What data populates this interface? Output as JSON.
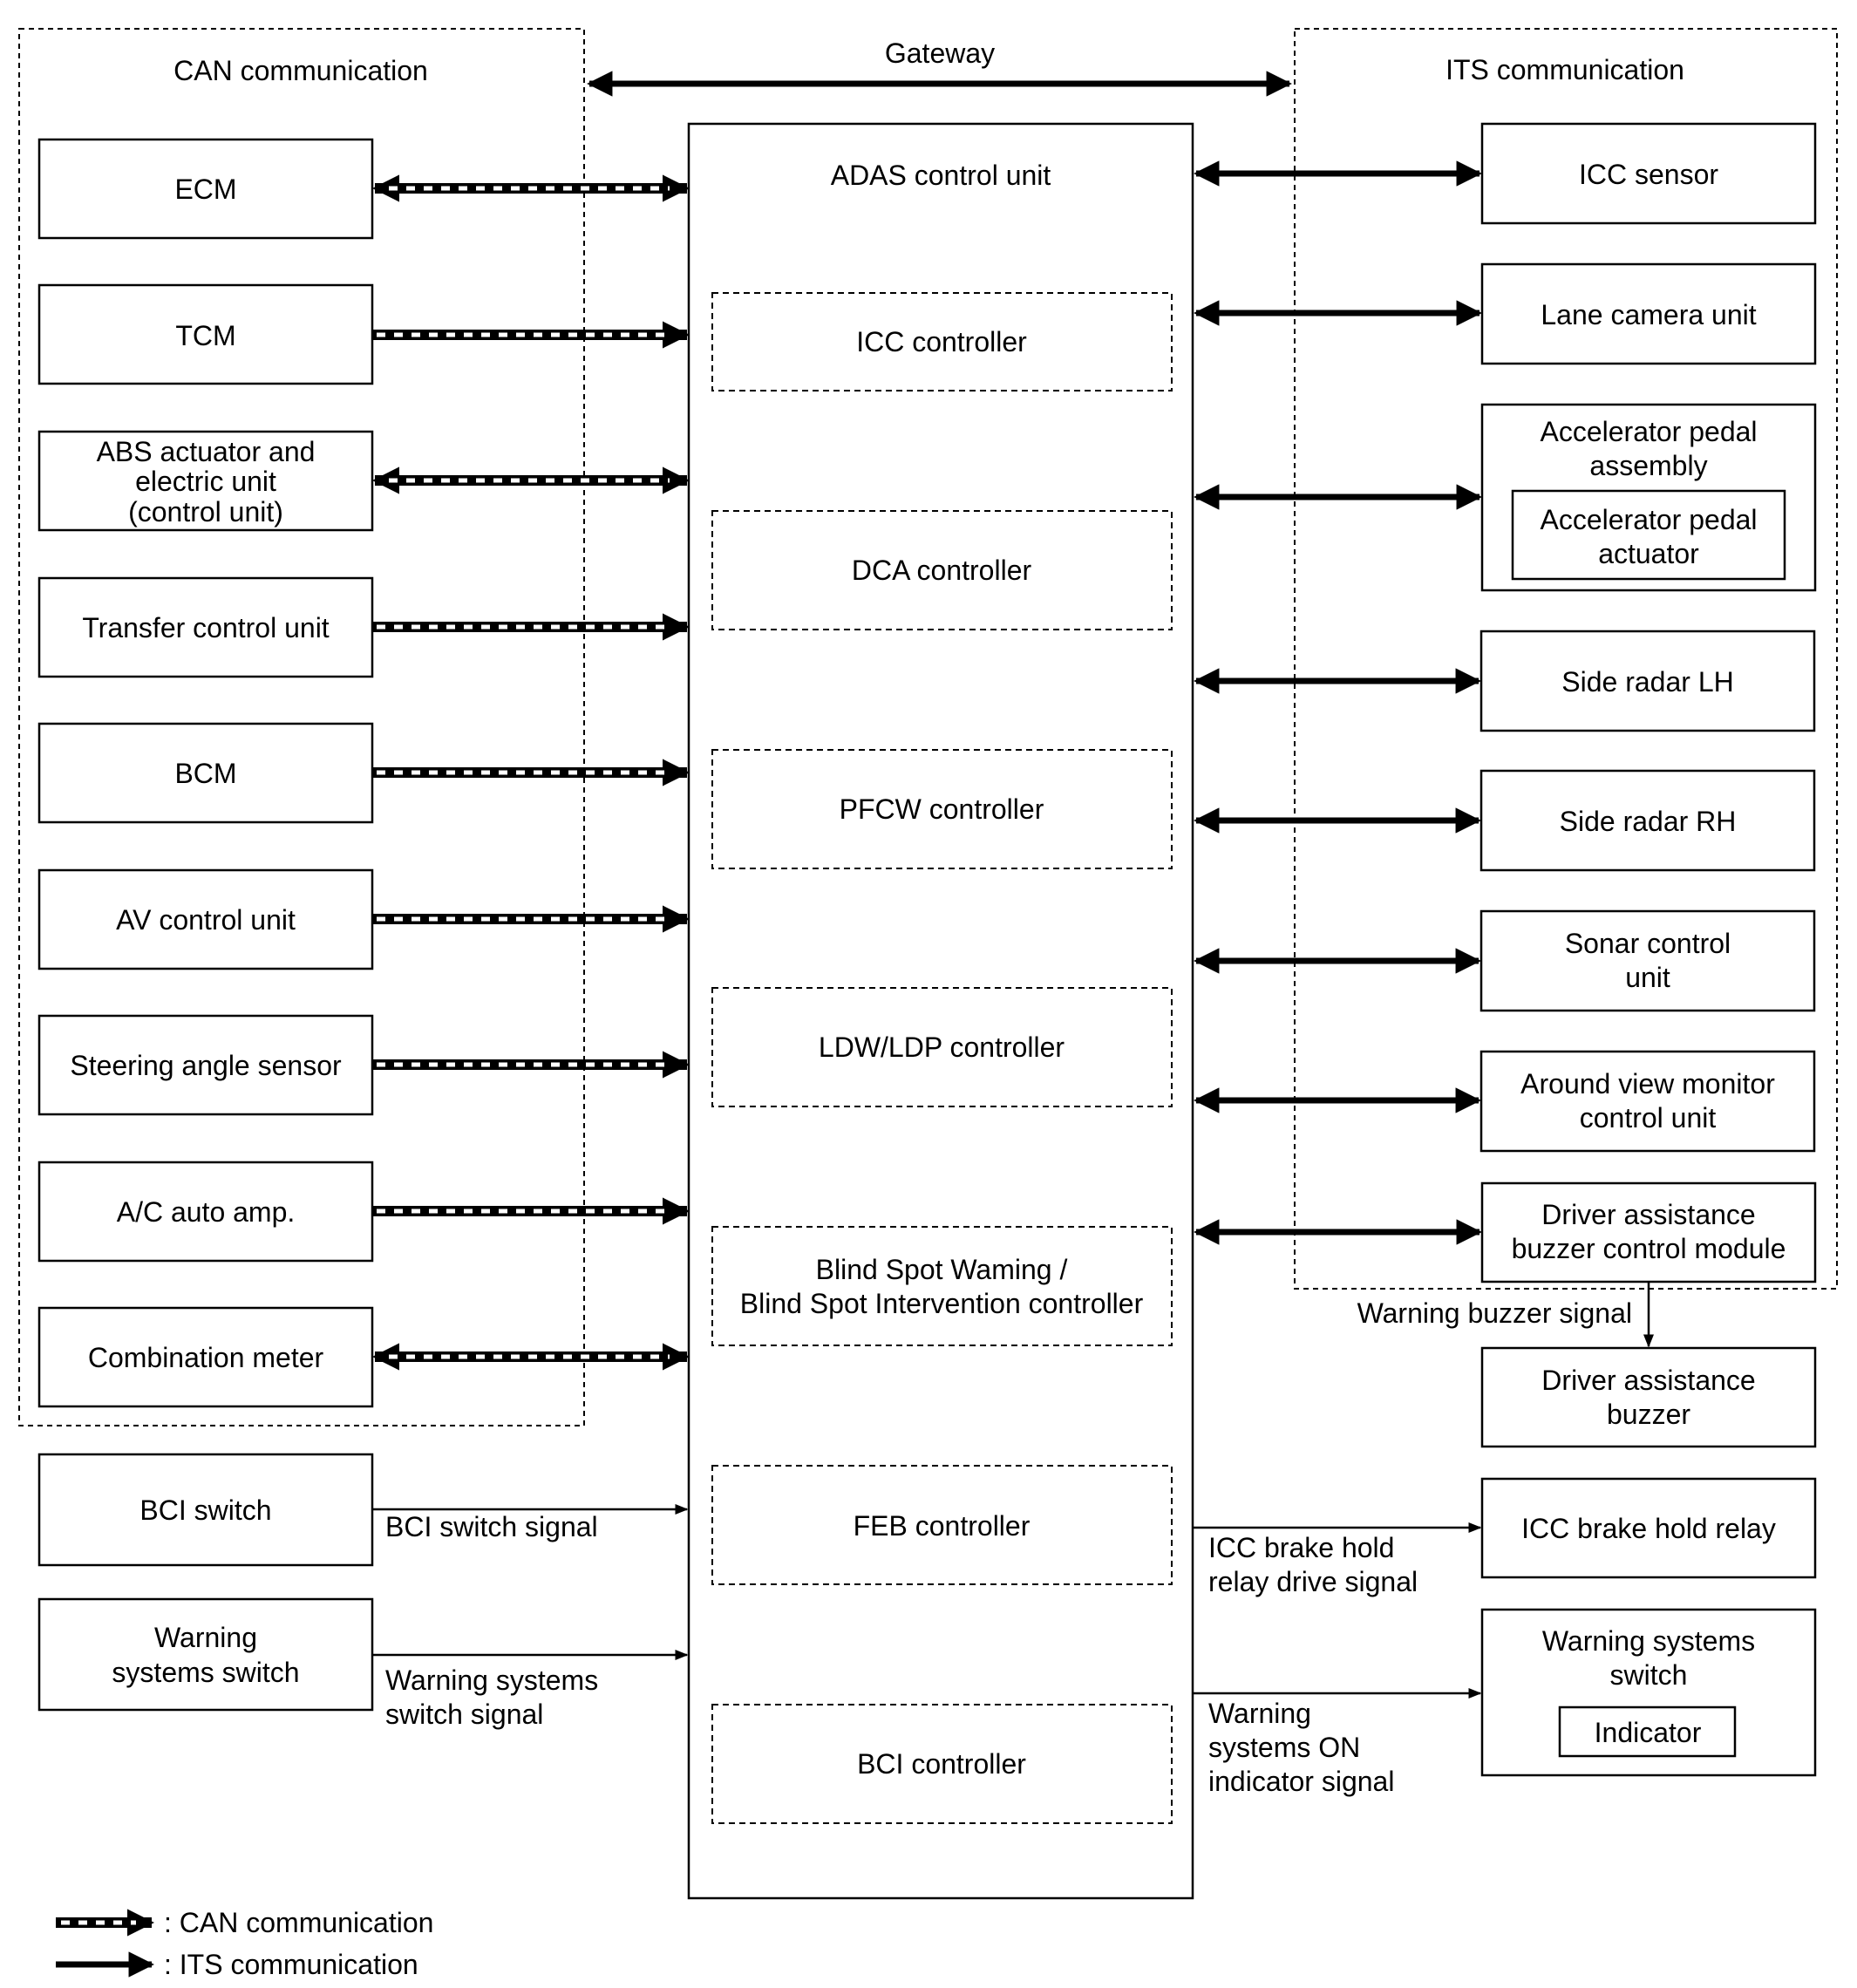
{
  "regions": {
    "can": "CAN communication",
    "its": "ITS communication",
    "gateway": "Gateway"
  },
  "adas": {
    "title": "ADAS control unit",
    "controllers": {
      "icc": "ICC controller",
      "dca": "DCA controller",
      "pfcw": "PFCW controller",
      "ldw": "LDW/LDP controller",
      "bsw1": "Blind Spot Waming /",
      "bsw2": "Blind Spot Intervention controller",
      "feb": "FEB controller",
      "bci": "BCI controller"
    }
  },
  "can_units": {
    "ecm": "ECM",
    "tcm": "TCM",
    "abs1": "ABS actuator and",
    "abs2": "electric unit",
    "abs3": "(control unit)",
    "transfer": "Transfer control unit",
    "bcm": "BCM",
    "av": "AV control unit",
    "steering": "Steering angle sensor",
    "ac": "A/C auto amp.",
    "meter": "Combination meter"
  },
  "switches": {
    "bci": "BCI switch",
    "bci_signal": "BCI switch signal",
    "warn1": "Warning",
    "warn2": "systems switch",
    "warn_signal1": "Warning systems",
    "warn_signal2": "switch signal"
  },
  "its_units": {
    "icc_sensor": "ICC sensor",
    "lane_camera": "Lane camera unit",
    "accel1": "Accelerator pedal",
    "accel2": "assembly",
    "accel_act1": "Accelerator pedal",
    "accel_act2": "actuator",
    "side_lh": "Side radar LH",
    "side_rh": "Side radar RH",
    "sonar1": "Sonar control",
    "sonar2": "unit",
    "avm1": "Around view monitor",
    "avm2": "control unit",
    "buzzer_mod1": "Driver assistance",
    "buzzer_mod2": "buzzer control module"
  },
  "outputs": {
    "warning_buzzer_signal": "Warning buzzer signal",
    "buzzer1": "Driver assistance",
    "buzzer2": "buzzer",
    "brake_relay": "ICC brake hold relay",
    "brake_signal1": "ICC brake hold",
    "brake_signal2": "relay drive signal",
    "ws_switch1": "Warning systems",
    "ws_switch2": "switch",
    "indicator": "Indicator",
    "ind_signal1": "Warning",
    "ind_signal2": "systems ON",
    "ind_signal3": "indicator signal"
  },
  "legend": {
    "can": ": CAN communication",
    "its": ": ITS communication"
  }
}
